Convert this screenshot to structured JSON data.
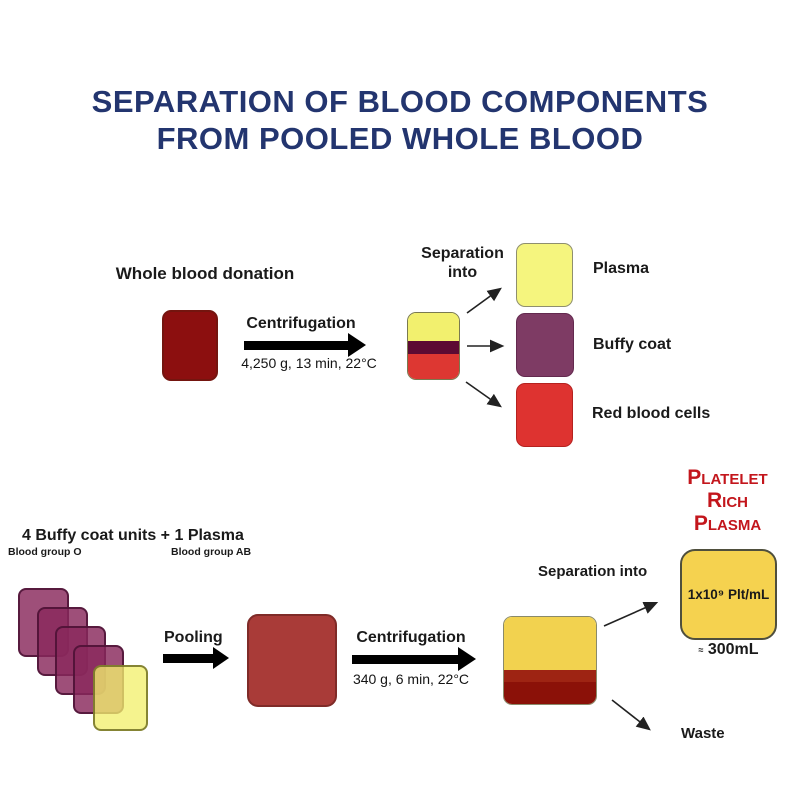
{
  "title": {
    "line1": "SEPARATION OF BLOOD COMPONENTS",
    "line2": "FROM POOLED WHOLE BLOOD"
  },
  "top_flow": {
    "source_label": "Whole blood donation",
    "centrifugation_label": "Centrifugation",
    "centrifugation_conditions": "4,250 g, 13 min, 22°C",
    "separation_line1": "Separation",
    "separation_line2": "into",
    "plasma_label": "Plasma",
    "buffy_label": "Buffy coat",
    "rbc_label": "Red blood cells"
  },
  "bottom_flow": {
    "heading": "4 Buffy coat units + 1 Plasma",
    "blood_group_left": "Blood group O",
    "blood_group_right": "Blood group AB",
    "pooling_label": "Pooling",
    "centrifugation_label": "Centrifugation",
    "centrifugation_conditions": "340 g, 6 min, 22°C",
    "separation_label": "Separation into",
    "prp_title_line1": "Platelet",
    "prp_title_line2": "Rich",
    "prp_title_line3": "Plasma",
    "prp_concentration": "1x10⁹ Plt/mL",
    "prp_volume_approx": "≈",
    "prp_volume": "300mL",
    "waste_label": "Waste"
  },
  "colors": {
    "title_navy": "#23356F",
    "prp_title_red": "#C3161C",
    "whole_blood_dark_red": "#8C0F0F",
    "plasma_yellow": "#F5F57E",
    "buffy_coat_purple": "#7E3B64",
    "buffy_stripe_maroon": "#5C0A33",
    "red_blood_cells_red": "#DE3330",
    "pooled_brick_red": "#A93B38",
    "prp_gold": "#F5D24F",
    "waste_layer_dark_red": "#8B1108",
    "waste_layer_band": "#9E2413"
  }
}
